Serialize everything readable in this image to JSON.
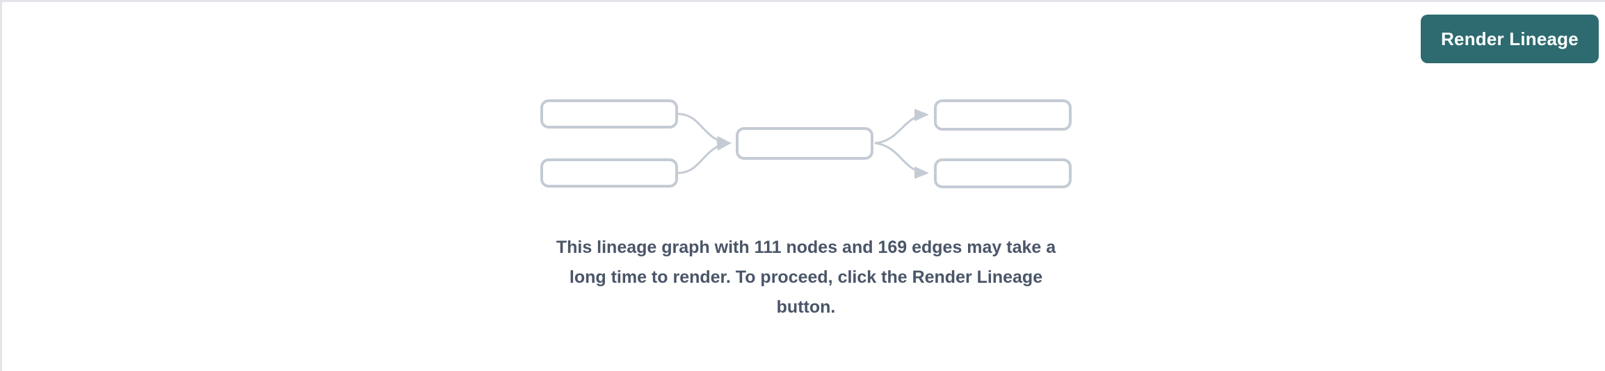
{
  "page": {
    "background_color": "#ffffff",
    "divider_color": "#e3e4ea"
  },
  "toolbar": {
    "render_lineage_label": "Render Lineage",
    "button_color": "#2d6b70",
    "button_text_color": "#ffffff"
  },
  "lineage": {
    "warning_message": "This lineage graph with 111 nodes and 169 edges may take a long time to render. To proceed, click the Render Lineage button.",
    "node_count": 111,
    "edge_count": 169,
    "text_color": "#4a5568",
    "placeholder": {
      "node_border_color": "#c4cbd4",
      "edge_color": "#c4cbd4",
      "nodes": [
        {
          "id": "source-a",
          "label": ""
        },
        {
          "id": "source-b",
          "label": ""
        },
        {
          "id": "middle",
          "label": ""
        },
        {
          "id": "target-a",
          "label": ""
        },
        {
          "id": "target-b",
          "label": ""
        }
      ],
      "edges": [
        {
          "from": "source-a",
          "to": "middle"
        },
        {
          "from": "source-b",
          "to": "middle"
        },
        {
          "from": "middle",
          "to": "target-a"
        },
        {
          "from": "middle",
          "to": "target-b"
        }
      ]
    }
  }
}
